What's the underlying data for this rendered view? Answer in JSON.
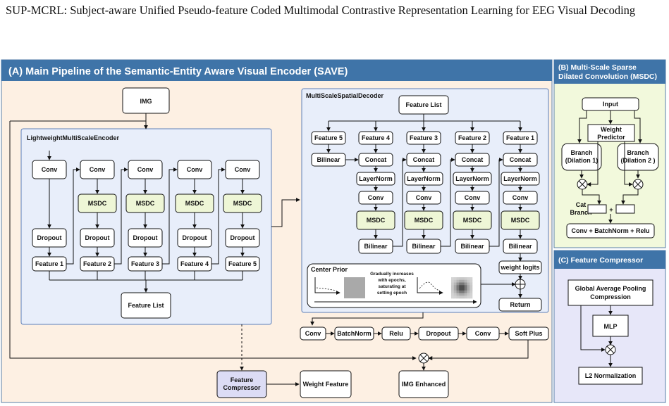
{
  "paper_title": "SUP-MCRL: Subject-aware Unified Pseudo-feature Coded Multimodal Contrastive Representation Learning for EEG Visual Decoding",
  "panel_a": {
    "header": "(A) Main Pipeline of the Semantic-Entity Aware Visual Encoder (SAVE)",
    "img": "IMG",
    "encoder": {
      "title": "LightweightMultiScaleEncoder",
      "conv": "Conv",
      "msdc": "MSDC",
      "dropout": "Dropout",
      "features": [
        "Feature 1",
        "Feature 2",
        "Feature 3",
        "Feature 4",
        "Feature 5"
      ],
      "feature_list": "Feature List"
    },
    "decoder": {
      "title": "MultiScaleSpatialDecoder",
      "feature_list": "Feature List",
      "features": [
        "Feature 5",
        "Feature 4",
        "Feature 3",
        "Feature 2",
        "Feature 1"
      ],
      "bilinear": "Bilinear",
      "concat": "Concat",
      "layernorm": "LayerNorm",
      "conv": "Conv",
      "msdc": "MSDC",
      "weight_logits": "weight logits",
      "return": "Return",
      "center_prior": {
        "title": "Center Prior",
        "note": [
          "Gradually increases",
          "with epochs,",
          "saturating at",
          "setting epoch"
        ]
      }
    },
    "bottom_chain": [
      "Conv",
      "BatchNorm",
      "Relu",
      "Dropout",
      "Conv",
      "Soft Plus"
    ],
    "feature_compressor": [
      "Feature",
      "Compressor"
    ],
    "weight_feature": "Weight Feature",
    "img_enhanced": "IMG Enhanced"
  },
  "panel_b": {
    "header": [
      "(B) Multi-Scale Sparse",
      "Dilated Convolution (MSDC)"
    ],
    "input": "Input",
    "weight_predictor": [
      "Weight",
      "Predictor"
    ],
    "branch1": [
      "Branch",
      "(Dilation 1)"
    ],
    "branch2": [
      "Branch",
      "(Dilation 2 )"
    ],
    "cat": [
      "Cat",
      "Branch"
    ],
    "plus": "+",
    "output": "Conv + BatchNorm + Relu"
  },
  "panel_c": {
    "header": "(C) Feature Compressor",
    "gap": [
      "Global Average Pooling",
      "Compression"
    ],
    "mlp": "MLP",
    "l2": "L2 Normalization"
  },
  "colors": {
    "header_blue": "#3f74a8",
    "panel_a_bg": "#fdf0e3",
    "panel_b_bg": "#f2f9dc",
    "panel_c_bg": "#e7e7f9",
    "sub_panel_bg": "#e8eefa",
    "msdc_fill": "#eef6d6",
    "compressor_fill": "#dcdcf5"
  }
}
